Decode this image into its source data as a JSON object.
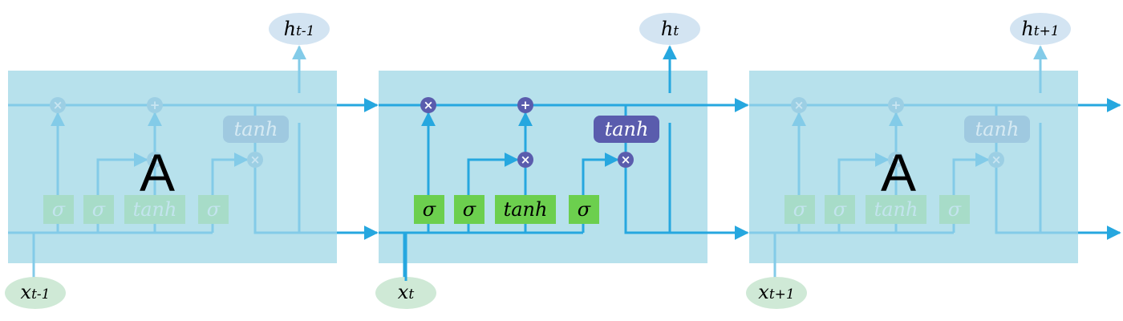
{
  "cells": [
    {
      "id": "prev",
      "label": "A",
      "input": {
        "main": "x",
        "sub": "t-1"
      },
      "output": {
        "main": "h",
        "sub": "t-1"
      },
      "gates": [
        "σ",
        "σ",
        "tanh",
        "σ"
      ],
      "cell_tanh": "tanh",
      "faded": true
    },
    {
      "id": "current",
      "label": "",
      "input": {
        "main": "x",
        "sub": "t"
      },
      "output": {
        "main": "h",
        "sub": "t"
      },
      "gates": [
        "σ",
        "σ",
        "tanh",
        "σ"
      ],
      "cell_tanh": "tanh",
      "faded": false
    },
    {
      "id": "next",
      "label": "A",
      "input": {
        "main": "x",
        "sub": "t+1"
      },
      "output": {
        "main": "h",
        "sub": "t+1"
      },
      "gates": [
        "σ",
        "σ",
        "tanh",
        "σ"
      ],
      "cell_tanh": "tanh",
      "faded": true
    }
  ],
  "colors": {
    "cell_bg": "#b7e1ec",
    "line": "#26a7df",
    "faded_line": "#83cbe8",
    "gate_green": "#6ccf4e",
    "faded_gate": "#a7dcc8",
    "op_purple": "#5a5cad",
    "faded_op": "#9ccfe4",
    "tanh_purple": "#5a5cad",
    "faded_tanh": "#9fc9e0",
    "input_ellipse": "#cfe9d6",
    "output_ellipse": "#d3e4f2",
    "text_dark": "#000000",
    "faded_text": "#c3e4ee"
  },
  "operators": {
    "multiply": "×",
    "add": "+"
  }
}
